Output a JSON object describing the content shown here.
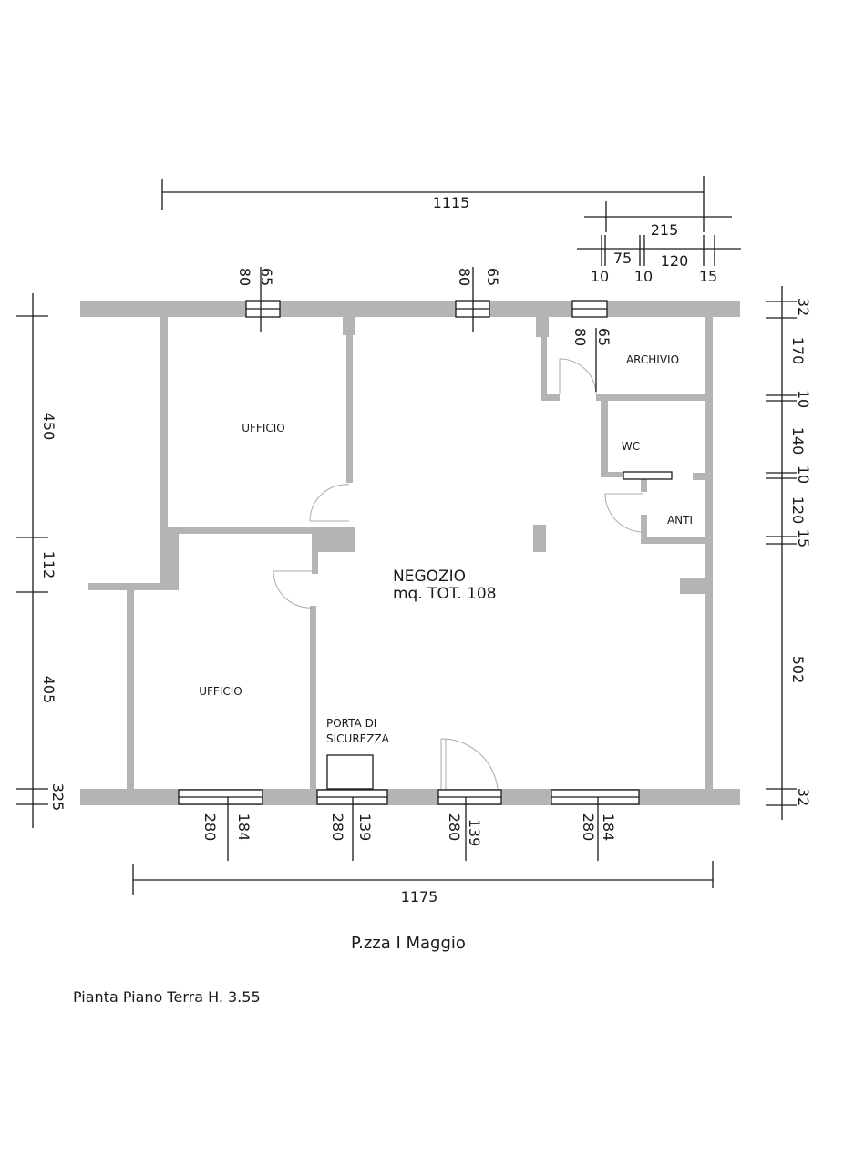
{
  "rooms": {
    "negozio": "NEGOZIO",
    "negozio_area": "mq. TOT. 108",
    "ufficio_top": "UFFICIO",
    "ufficio_bottom": "UFFICIO",
    "archivio": "ARCHIVIO",
    "wc": "WC",
    "anti": "ANTI",
    "porta_line1": "PORTA DI",
    "porta_line2": "SICUREZZA"
  },
  "dims": {
    "top_total": "1115",
    "top_partial": "215",
    "top_segments": [
      "10",
      "75",
      "10",
      "120",
      "15"
    ],
    "left": [
      "450",
      "112",
      "405",
      "325"
    ],
    "right": [
      "32",
      "170",
      "10",
      "140",
      "10",
      "120",
      "15",
      "502",
      "32"
    ],
    "bottom_total": "1175",
    "windows_top": [
      {
        "a": "80",
        "b": "65"
      },
      {
        "a": "80",
        "b": "65"
      },
      {
        "a": "80",
        "b": "65"
      }
    ],
    "windows_bottom": [
      {
        "a": "280",
        "b": "184"
      },
      {
        "a": "280",
        "b": "139"
      },
      {
        "a": "280",
        "b": "139"
      },
      {
        "a": "280",
        "b": "184"
      }
    ]
  },
  "street": "P.zza I Maggio",
  "caption": "Pianta Piano Terra H. 3.55"
}
